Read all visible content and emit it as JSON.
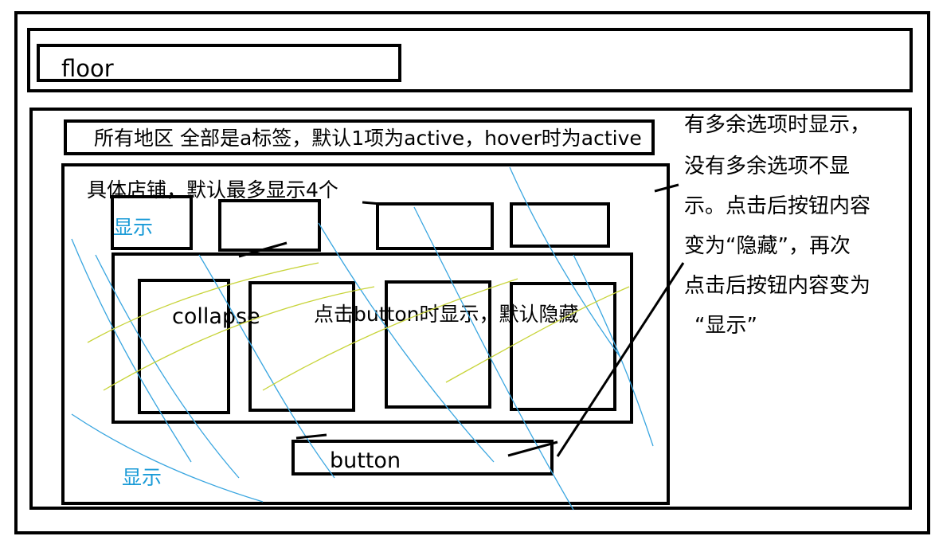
{
  "header": {
    "floor_label": "floor"
  },
  "filter_bar": {
    "label": "所有地区 全部是a标签，默认1项为active，hover时为active"
  },
  "shops": {
    "label": "具体店铺，默认最多显示4个",
    "show_label": "显示"
  },
  "collapse": {
    "label": "collapse",
    "note": "点击button时显示，默认隐藏"
  },
  "button": {
    "label": "button"
  },
  "bottom": {
    "show_label": "显示"
  },
  "note": {
    "lines": [
      "有多余选项时显示，",
      "没有多余选项不显",
      "示。点击后按钮内容",
      "变为“隐藏”，再次",
      "点击后按钮内容变为",
      "“显示”"
    ]
  },
  "colors": {
    "ink": "#000000",
    "blue": "#1a9bd7",
    "blue_stroke": "#3aa6e0",
    "yellow_stroke": "#c8d43a"
  }
}
